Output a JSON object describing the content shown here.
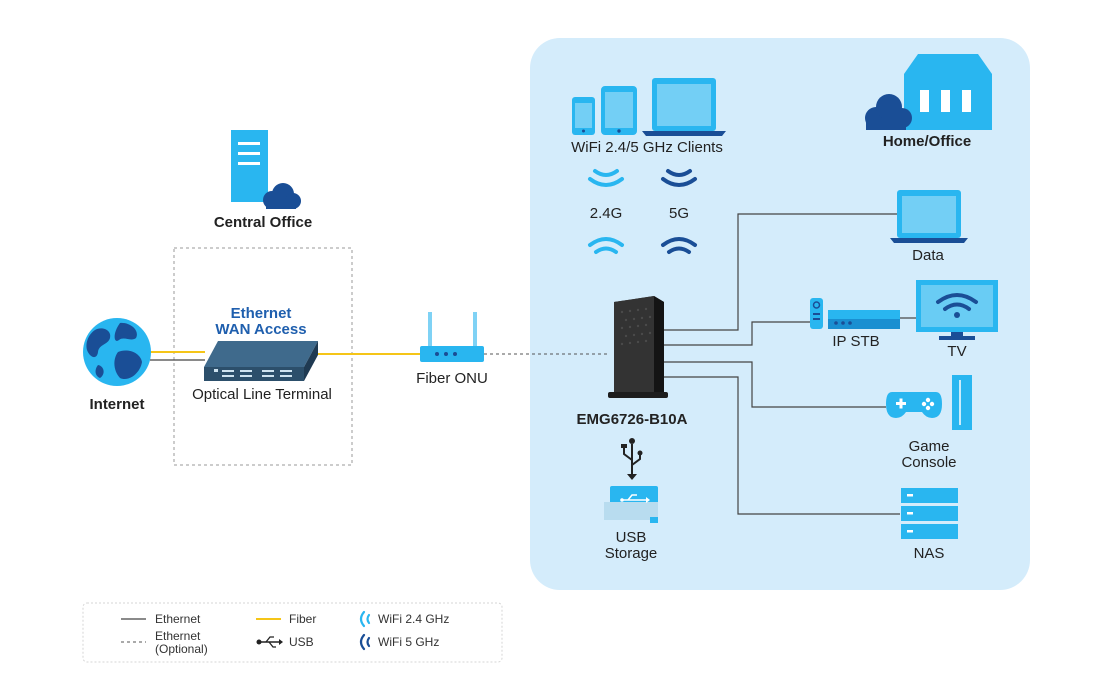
{
  "labels": {
    "central_office": "Central Office",
    "internet": "Internet",
    "ethernet_wan_line1": "Ethernet",
    "ethernet_wan_line2": "WAN Access",
    "olt": "Optical Line Terminal",
    "fiber_onu": "Fiber ONU",
    "wifi_clients": "WiFi 2.4/5 GHz Clients",
    "band_24": "2.4G",
    "band_5": "5G",
    "home_office": "Home/Office",
    "router": "EMG6726-B10A",
    "usb_storage_line1": "USB",
    "usb_storage_line2": "Storage",
    "data": "Data",
    "ip_stb": "IP STB",
    "tv": "TV",
    "game_console_line1": "Game",
    "game_console_line2": "Console",
    "nas": "NAS"
  },
  "legend": {
    "ethernet": "Ethernet",
    "ethernet_optional_line1": "Ethernet",
    "ethernet_optional_line2": "(Optional)",
    "fiber": "Fiber",
    "usb": "USB",
    "wifi_24": "WiFi 2.4 GHz",
    "wifi_5": "WiFi 5 GHz"
  },
  "colors": {
    "home_bg": "#d4ecfb",
    "light_blue": "#29b6f0",
    "dark_blue": "#1a4e96",
    "fiber": "#f5c518",
    "ethernet": "#444444",
    "olt_body": "#2c4f6b"
  },
  "icons": {
    "central_office": "server-cloud-icon",
    "internet": "globe-icon",
    "olt": "olt-device-icon",
    "onu": "onu-router-icon",
    "router": "tower-router-icon",
    "usb": "usb-symbol-icon",
    "home": "building-cloud-icon"
  }
}
